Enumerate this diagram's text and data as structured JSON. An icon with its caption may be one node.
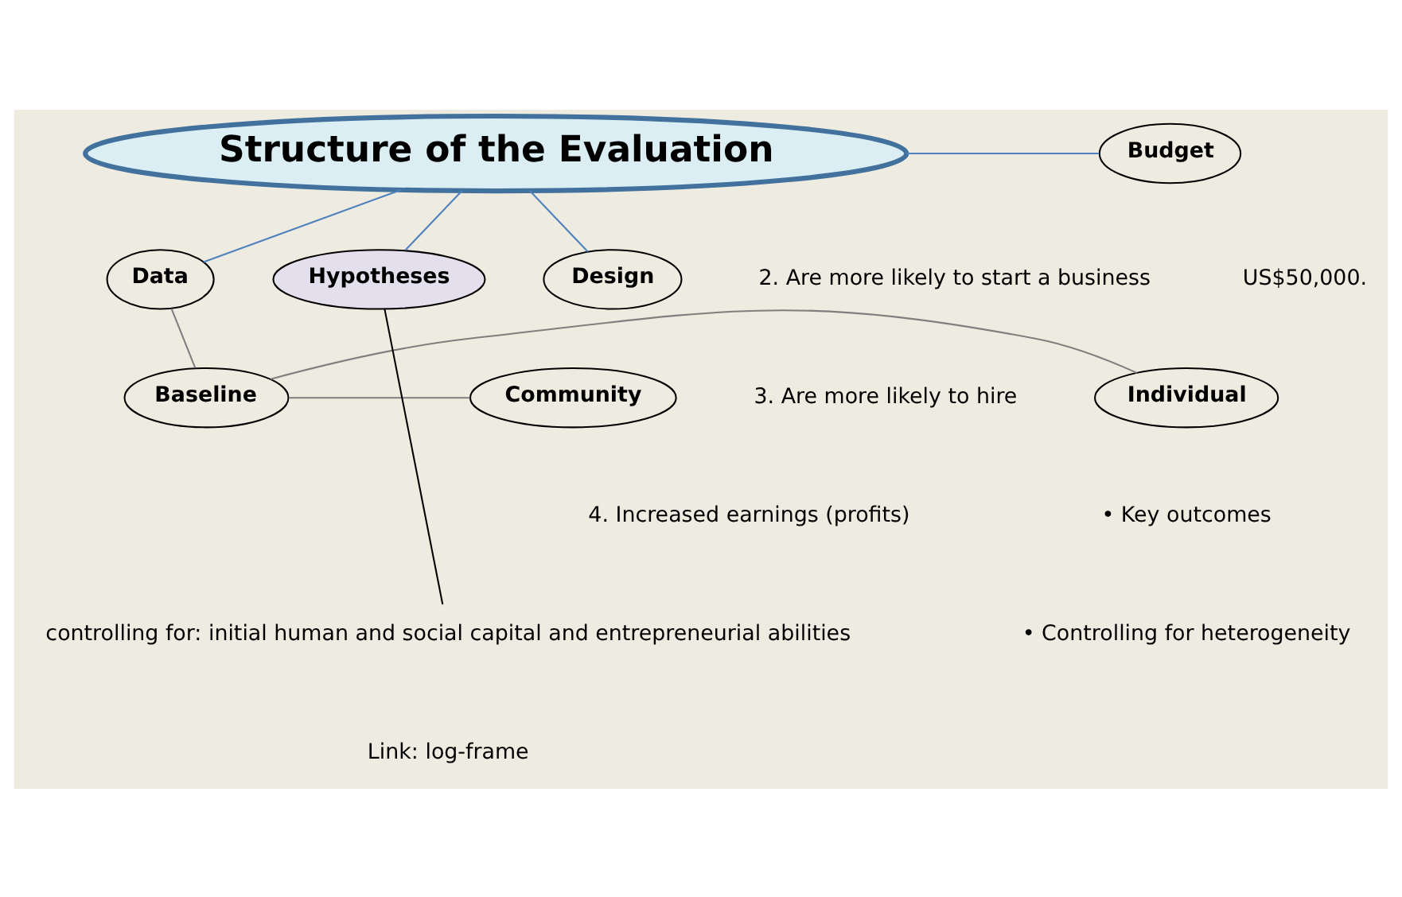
{
  "diagram": {
    "nodes": [
      {
        "text": [
          "Structure of the Evaluation"
        ]
      },
      {
        "text": [
          "Hypotheses"
        ]
      },
      {
        "text": [
          "Design"
        ]
      },
      {
        "text": [
          "Budget"
        ]
      },
      {
        "text": [
          "Data"
        ]
      },
      {
        "text": [
          "Baseline"
        ]
      },
      {
        "text": [
          "Community"
        ]
      },
      {
        "text": [
          "Individual"
        ]
      },
      {
        "text": [
          "controlling for: initial human and social capital and entrepreneurial abilities"
        ]
      }
    ],
    "edges": [
      {
        "from": 0,
        "to": 1,
        "arrow": "none"
      },
      {
        "from": 0,
        "to": 2,
        "arrow": "none"
      },
      {
        "from": 0,
        "to": 3,
        "arrow": "none"
      },
      {
        "from": 0,
        "to": 4,
        "arrow": "none"
      },
      {
        "from": 4,
        "to": 5,
        "arrow": "none",
        "color": "#7f7f7f"
      },
      {
        "from": 6,
        "to": 5,
        "arrow": "none",
        "color": "#7f7f7f"
      },
      {
        "from": 5,
        "to": 7,
        "arrow": "none",
        "color": "#7f7f7f"
      },
      {
        "from": 8,
        "to": 1,
        "arrow": "none",
        "color": "#000000"
      }
    ],
    "labels": [
      "2. Are more likely to start a business",
      "3. Are more likely to hire",
      "4. Increased earnings (profits)",
      "Link: log-frame",
      "US$50,000.",
      "• Key outcomes",
      "• Controlling for heterogeneity"
    ]
  }
}
